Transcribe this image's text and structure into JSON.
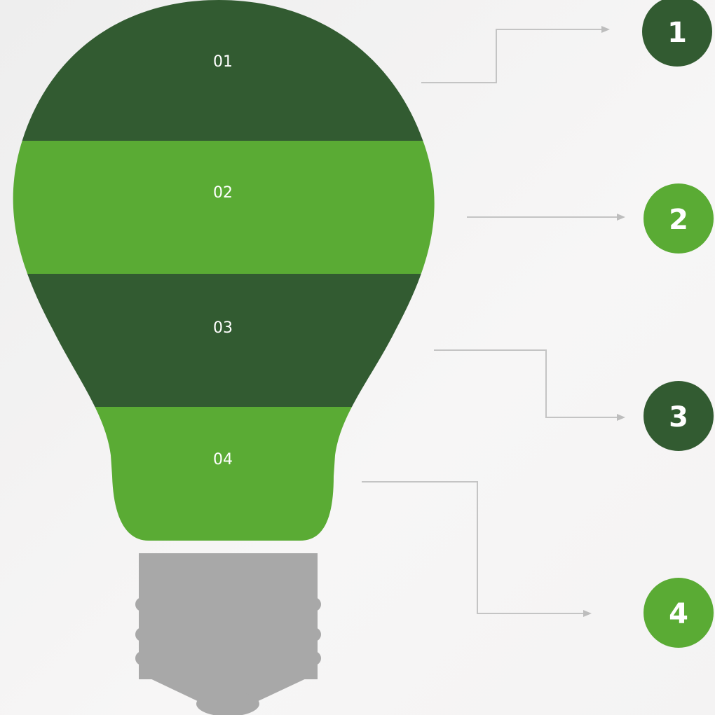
{
  "colors": {
    "dark_green": "#325b31",
    "light_green": "#5aab34",
    "base_gray": "#a8a8a8",
    "connector_gray": "#c4c4c4"
  },
  "bulb": {
    "segments": [
      {
        "label": "01",
        "color": "#325b31"
      },
      {
        "label": "02",
        "color": "#5aab34"
      },
      {
        "label": "03",
        "color": "#325b31"
      },
      {
        "label": "04",
        "color": "#5aab34"
      }
    ]
  },
  "badges": [
    {
      "label": "1",
      "color": "#325b31"
    },
    {
      "label": "2",
      "color": "#5aab34"
    },
    {
      "label": "3",
      "color": "#325b31"
    },
    {
      "label": "4",
      "color": "#5aab34"
    }
  ]
}
